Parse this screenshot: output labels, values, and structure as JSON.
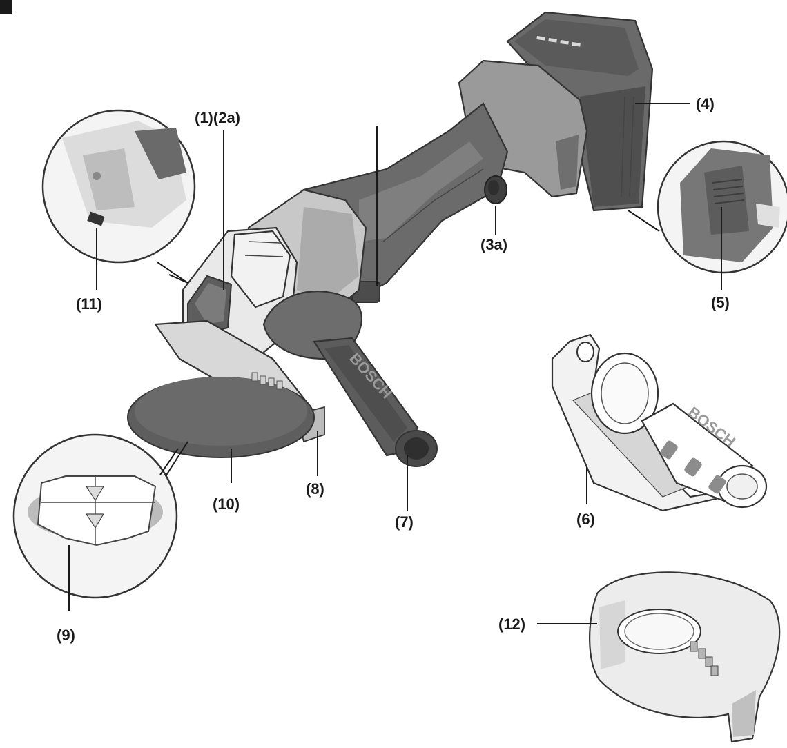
{
  "figure": {
    "callouts": {
      "label_1_2a": "(1)(2a)",
      "label_3a": "(3a)",
      "label_4": "(4)",
      "label_5": "(5)",
      "label_6": "(6)",
      "label_7": "(7)",
      "label_8": "(8)",
      "label_9": "(9)",
      "label_10": "(10)",
      "label_11": "(11)",
      "label_12": "(12)"
    },
    "handle_brand": "BOSCH",
    "accessory_handle_brand": "BOSCH"
  },
  "colors": {
    "body_dark": "#5f5f5f",
    "body_mid": "#8a8a8a",
    "body_light": "#bdbdbd",
    "metal_light": "#e6e6e6",
    "line": "#1a1a1a"
  }
}
